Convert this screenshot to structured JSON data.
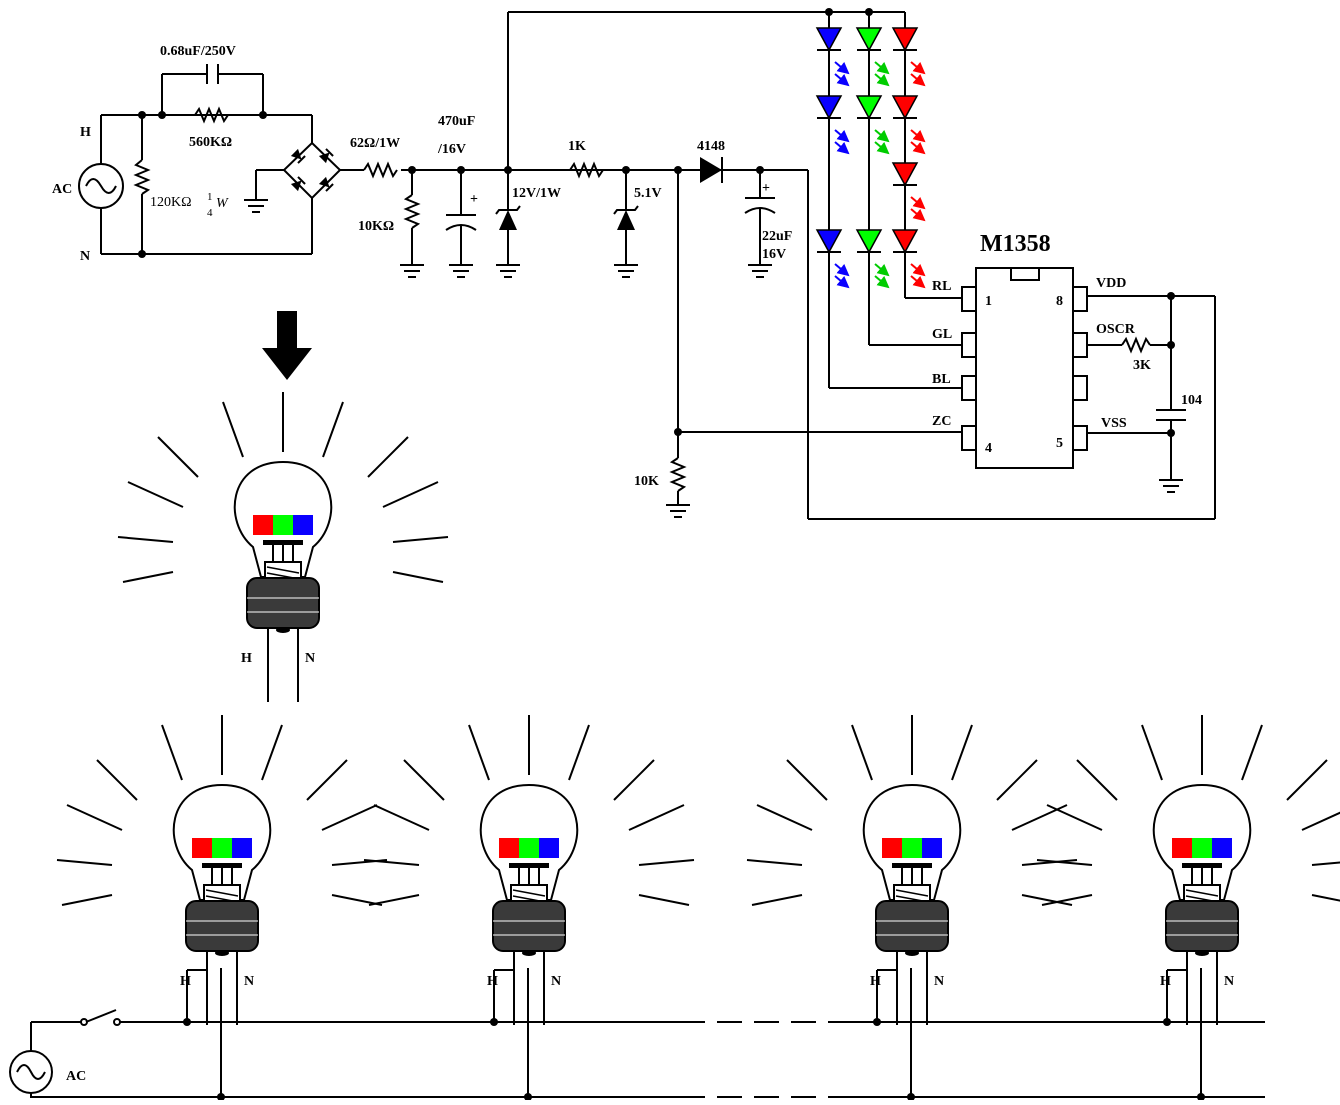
{
  "circuit": {
    "source": {
      "h_label": "H",
      "n_label": "N",
      "ac_label": "AC"
    },
    "cap_label": "0.68uF/250V",
    "res_560_label": "560KΩ",
    "res_120_label": "120KΩ",
    "res_120_frac_num": "1",
    "res_120_frac_den": "4",
    "res_120_unit": "W",
    "res_62_label": "62Ω/1W",
    "res_10k_label": "10KΩ",
    "cap_470_label_1": "470uF",
    "cap_470_label_2": "/16V",
    "zener_12_label": "12V/1W",
    "res_1k_label": "1K",
    "zener_5_label": "5.1V",
    "diode_label": "4148",
    "cap_22_label_1": "22uF",
    "cap_22_label_2": "16V",
    "res_10k_zc_label": "10K",
    "cap_plus": "+"
  },
  "chip": {
    "name": "M1358",
    "left_pins": [
      "RL",
      "GL",
      "BL",
      "ZC"
    ],
    "right_pins": [
      "VDD",
      "OSCR",
      "",
      "VSS"
    ],
    "pin_numbers": {
      "p1": "1",
      "p4": "4",
      "p5": "5",
      "p8": "8"
    },
    "osc_res_label": "3K",
    "cap_label": "104"
  },
  "leds": {
    "columns": [
      {
        "name": "blue",
        "color": "#0a00ff",
        "count": 3
      },
      {
        "name": "green",
        "color": "#00ff00",
        "count": 3
      },
      {
        "name": "red",
        "color": "#ff0000",
        "count": 4
      }
    ]
  },
  "single_bulb": {
    "h_label": "H",
    "n_label": "N"
  },
  "network": {
    "ac_label": "AC",
    "bulbs": [
      {
        "h_label": "H",
        "n_label": "N"
      },
      {
        "h_label": "H",
        "n_label": "N"
      },
      {
        "h_label": "H",
        "n_label": "N"
      },
      {
        "h_label": "H",
        "n_label": "N"
      }
    ]
  },
  "colors": {
    "red": "#ff0000",
    "green": "#00ff00",
    "blue": "#0a00ff",
    "socket": "#3a3a3a"
  }
}
